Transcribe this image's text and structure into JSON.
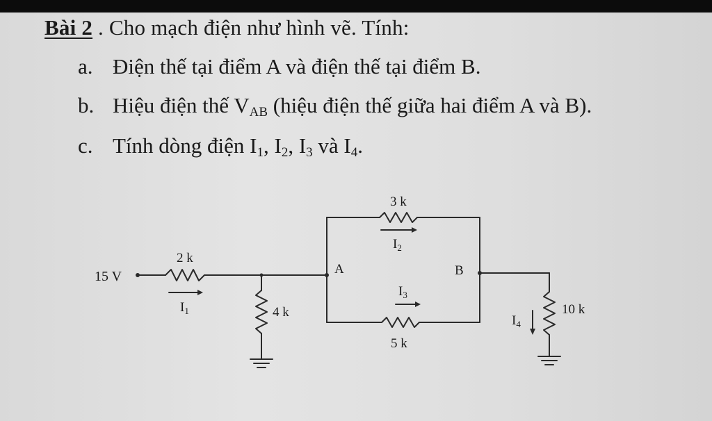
{
  "problem": {
    "label": "Bài 2",
    "intro": " . Cho mạch điện như hình vẽ. Tính:",
    "items": [
      {
        "marker": "a.",
        "text": "Điện thế tại điểm A và điện thế tại điểm B."
      },
      {
        "marker": "b.",
        "text_before": "Hiệu điện thế V",
        "sub": "AB",
        "text_after": " (hiệu điện thế giữa hai điểm A và B)."
      },
      {
        "marker": "c.",
        "text_before": "Tính dòng điện I",
        "s1": "1",
        "sep1": ", I",
        "s2": "2",
        "sep2": ", I",
        "s3": "3",
        "sep3": " và I",
        "s4": "4",
        "text_after": "."
      }
    ]
  },
  "circuit": {
    "source_label": "15 V",
    "r1_label": "2 k",
    "r2_label": "3 k",
    "r3_label": "5 k",
    "r4_label": "4 k",
    "r5_label": "10 k",
    "node_a": "A",
    "node_b": "B",
    "currents": {
      "i1": "I",
      "i1_sub": "1",
      "i2": "I",
      "i2_sub": "2",
      "i3": "I",
      "i3_sub": "3",
      "i4": "I",
      "i4_sub": "4"
    }
  }
}
